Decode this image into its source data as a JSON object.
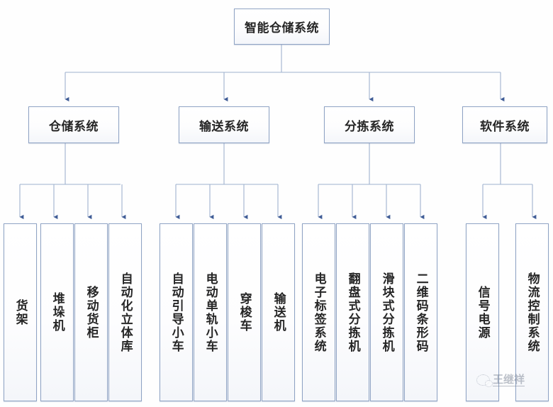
{
  "diagram": {
    "type": "org-tree",
    "title": "智能仓储系统",
    "root": {
      "label": "智能仓储系统"
    },
    "branches": [
      {
        "label": "仓储系统",
        "children": [
          {
            "label": "货架"
          },
          {
            "label": "堆垛机"
          },
          {
            "label": "移动货柜"
          },
          {
            "label": "自动化立体库"
          }
        ]
      },
      {
        "label": "输送系统",
        "children": [
          {
            "label": "自动引导小车"
          },
          {
            "label": "电动单轨小车"
          },
          {
            "label": "穿梭车"
          },
          {
            "label": "输送机"
          }
        ]
      },
      {
        "label": "分拣系统",
        "children": [
          {
            "label": "电子标签系统"
          },
          {
            "label": "翻盘式分拣机"
          },
          {
            "label": "滑块式分拣机"
          },
          {
            "label": "二维码条形码"
          }
        ]
      },
      {
        "label": "软件系统",
        "children": [
          {
            "label": "信号电源"
          },
          {
            "label": "物流控制系统"
          }
        ]
      }
    ]
  },
  "watermark": {
    "text": "王继祥",
    "logo": "wechat-logo-icon"
  },
  "colors": {
    "border": "#8fa3c4",
    "connector": "#9fb2cf",
    "arrow": "#3f5c96",
    "background": "#fefefe",
    "text": "#262626"
  }
}
